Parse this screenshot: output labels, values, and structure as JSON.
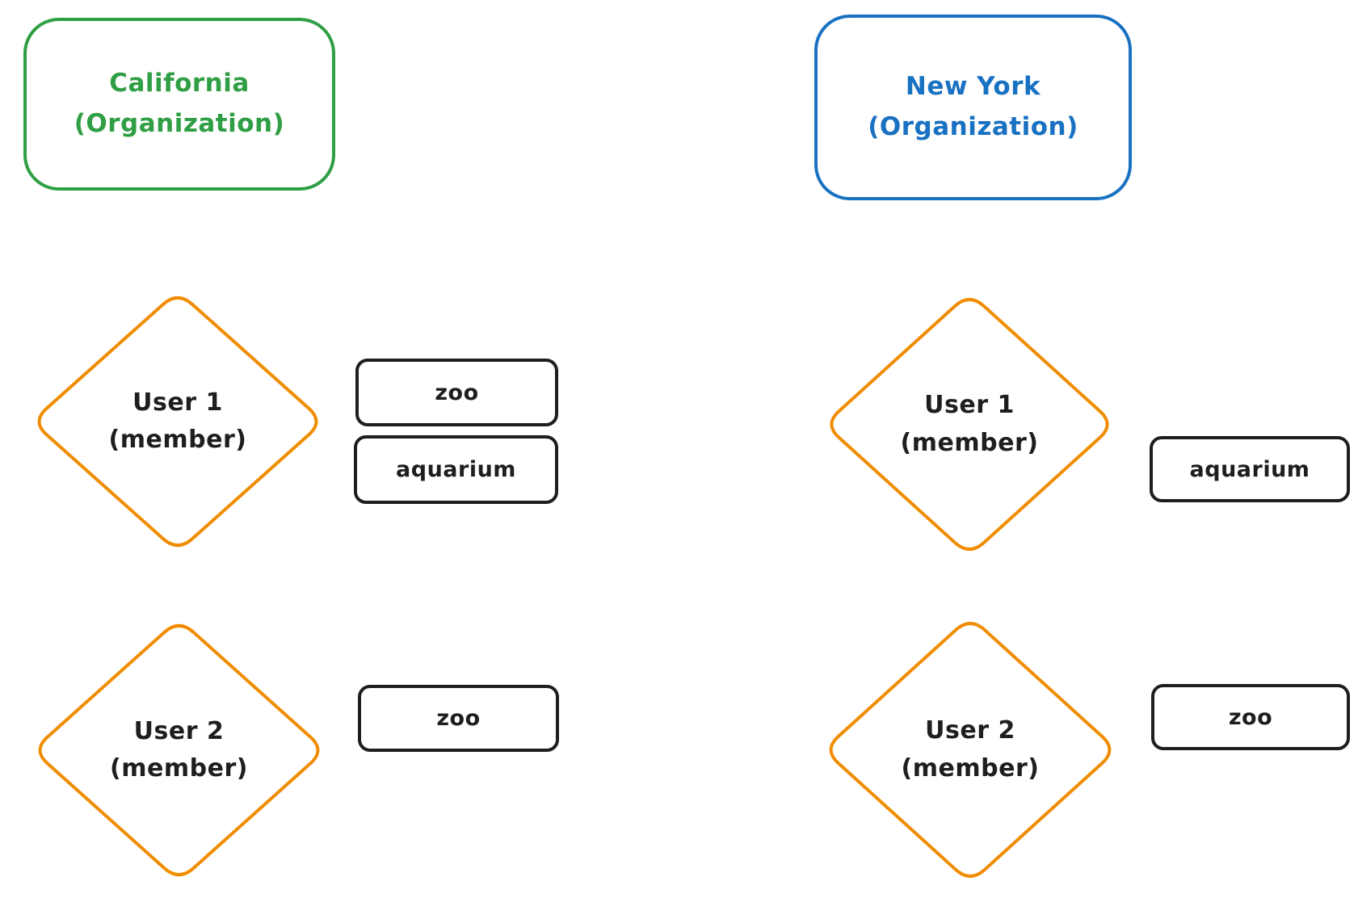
{
  "orgs": [
    {
      "name": "California",
      "type_label": "(Organization)",
      "color": "#2f9e44"
    },
    {
      "name": "New York",
      "type_label": "(Organization)",
      "color": "#1971c2"
    }
  ],
  "users": [
    {
      "name": "User 1",
      "role_label": "(member)",
      "org": "California",
      "resources": [
        "zoo",
        "aquarium"
      ]
    },
    {
      "name": "User 2",
      "role_label": "(member)",
      "org": "California",
      "resources": [
        "zoo"
      ]
    },
    {
      "name": "User 1",
      "role_label": "(member)",
      "org": "New York",
      "resources": [
        "aquarium"
      ]
    },
    {
      "name": "User 2",
      "role_label": "(member)",
      "org": "New York",
      "resources": [
        "zoo"
      ]
    }
  ],
  "colors": {
    "org_california": "#2f9e44",
    "org_new_york": "#1971c2",
    "user_diamond": "#f08c00",
    "resource_border": "#1e1e1e",
    "ink": "#1e1e1e"
  }
}
